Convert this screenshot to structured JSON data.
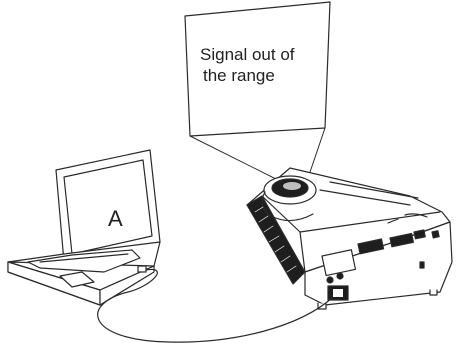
{
  "screen": {
    "message_line1": "Signal out of",
    "message_line2": "the range"
  },
  "laptop": {
    "screen_label": "A"
  },
  "colors": {
    "stroke": "#2a2a2a",
    "fill": "#ffffff",
    "shade": "#1e1e1e",
    "soft_shade": "#bdbdbd"
  }
}
